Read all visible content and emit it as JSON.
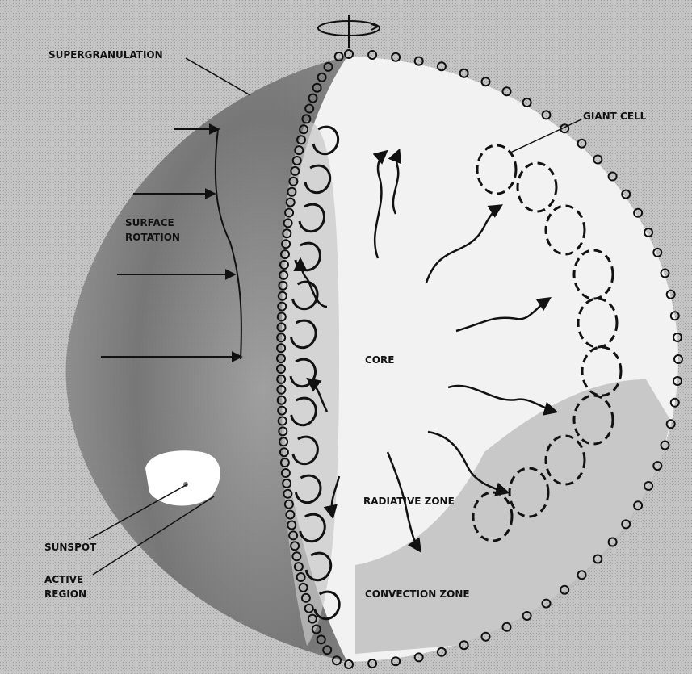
{
  "labels": {
    "supergranulation": "SUPERGRANULATION",
    "giant_cell": "GIANT CELL",
    "surface_rotation_line1": "SURFACE",
    "surface_rotation_line2": "ROTATION",
    "core": "CORE",
    "radiative_zone": "RADIATIVE ZONE",
    "convection_zone": "CONVECTION ZONE",
    "sunspot": "SUNSPOT",
    "active_region_line1": "ACTIVE",
    "active_region_line2": "REGION"
  },
  "colors": {
    "background": "#b9b9b9",
    "surface_shade": "#6f6f6f",
    "interior": "#f2f2f2",
    "convection_shade": "#bdbdbd",
    "ink": "#111111"
  },
  "icons": {
    "rotation_axis": "rotation-arrow-icon",
    "granule": "granule-circle-icon"
  }
}
